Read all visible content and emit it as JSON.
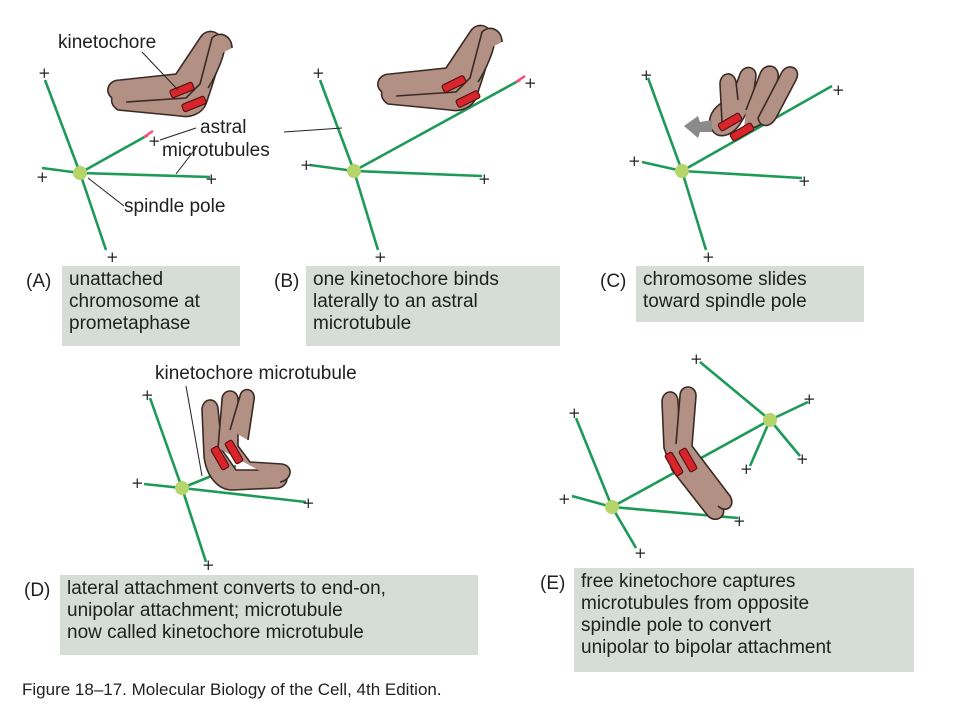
{
  "labels": {
    "kinetochore": "kinetochore",
    "astral": "astral",
    "microtubules": "microtubules",
    "spindle_pole": "spindle pole",
    "kinetochore_microtubule": "kinetochore microtubule",
    "plus_sign": "+"
  },
  "panels": [
    {
      "letter": "(A)",
      "caption": [
        "unattached",
        "chromosome at",
        "prometaphase"
      ]
    },
    {
      "letter": "(B)",
      "caption": [
        "one kinetochore binds",
        "laterally to an astral",
        "microtubule"
      ]
    },
    {
      "letter": "(C)",
      "caption": [
        "chromosome slides",
        "toward spindle pole"
      ]
    },
    {
      "letter": "(D)",
      "caption": [
        "lateral attachment converts to end-on,",
        "unipolar attachment; microtubule",
        "now called kinetochore microtubule"
      ]
    },
    {
      "letter": "(E)",
      "caption": [
        "free kinetochore captures",
        "microtubules from opposite",
        "spindle pole to convert",
        "unipolar to bipolar attachment"
      ]
    }
  ],
  "credit": "Figure 18–17. Molecular Biology of the Cell, 4th Edition.",
  "colors": {
    "microtubule": "#1e9a58",
    "spindle_pole": "#b5d46a",
    "chromosome": "#b39084",
    "chromosome_stroke": "#3a2a24",
    "kinetochore": "#d8252b",
    "caption_bg": "#d6ddd7",
    "arrow": "#8a8a8a"
  }
}
